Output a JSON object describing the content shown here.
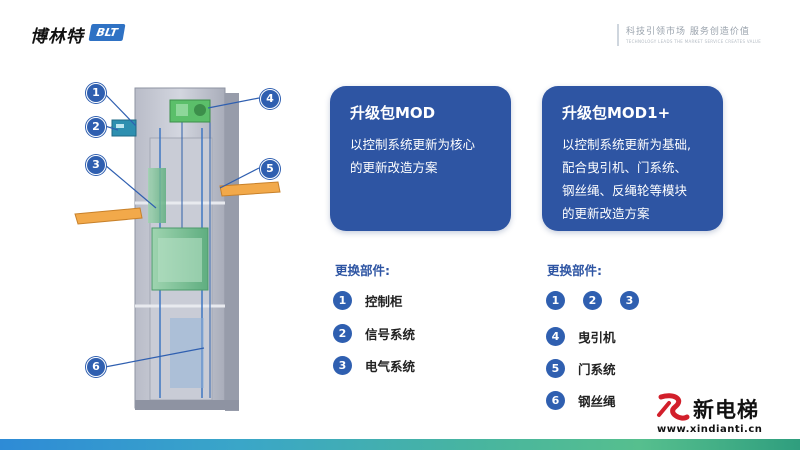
{
  "header": {
    "logo_text": "博林特",
    "logo_badge": "BLT",
    "slogan_cn": "科技引领市场  服务创造价值",
    "slogan_en": "TECHNOLOGY LEADS THE MARKET SERVICE CREATES VALUE"
  },
  "diagram": {
    "callouts": [
      "1",
      "2",
      "3",
      "4",
      "5",
      "6"
    ]
  },
  "card_mod": {
    "title": "升级包MOD",
    "body": "以控制系统更新为核心\n的更新改造方案"
  },
  "card_mod1": {
    "title": "升级包MOD1+",
    "body": "以控制系统更新为基础,\n配合曳引机、门系统、\n钢丝绳、反绳轮等模块\n的更新改造方案"
  },
  "left_parts": {
    "label": "更换部件:",
    "items": [
      {
        "num": "1",
        "label": "控制柜"
      },
      {
        "num": "2",
        "label": "信号系统"
      },
      {
        "num": "3",
        "label": "电气系统"
      }
    ]
  },
  "right_parts": {
    "label": "更换部件:",
    "group_nums": [
      "1",
      "2",
      "3"
    ],
    "items": [
      {
        "num": "4",
        "label": "曳引机"
      },
      {
        "num": "5",
        "label": "门系统"
      },
      {
        "num": "6",
        "label": "钢丝绳"
      }
    ]
  },
  "watermark": {
    "name": "新电梯",
    "url": "www.xindianti.cn"
  },
  "colors": {
    "card_bg": "#2e55a3",
    "accent": "#2f5fb0",
    "stripe_start": "#2e8bd6",
    "stripe_end": "#2f9e7e"
  }
}
